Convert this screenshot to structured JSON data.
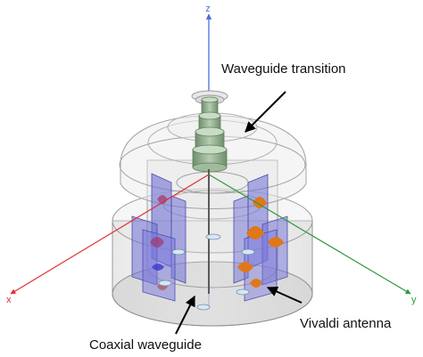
{
  "labels": {
    "waveguide_transition": "Waveguide transition",
    "vivaldi_antenna": "Vivaldi antenna",
    "coaxial_waveguide": "Coaxial waveguide"
  },
  "axes": {
    "z": "z",
    "x": "x",
    "y": "y"
  },
  "colors": {
    "z_axis": "#4f6fd8",
    "x_axis": "#e03030",
    "y_axis": "#2e9a3a",
    "vivaldi_left": "#6f6fd6",
    "vivaldi_right": "#e07818",
    "enclosure": "#c8c8c8",
    "transition": "#8aaa88"
  }
}
